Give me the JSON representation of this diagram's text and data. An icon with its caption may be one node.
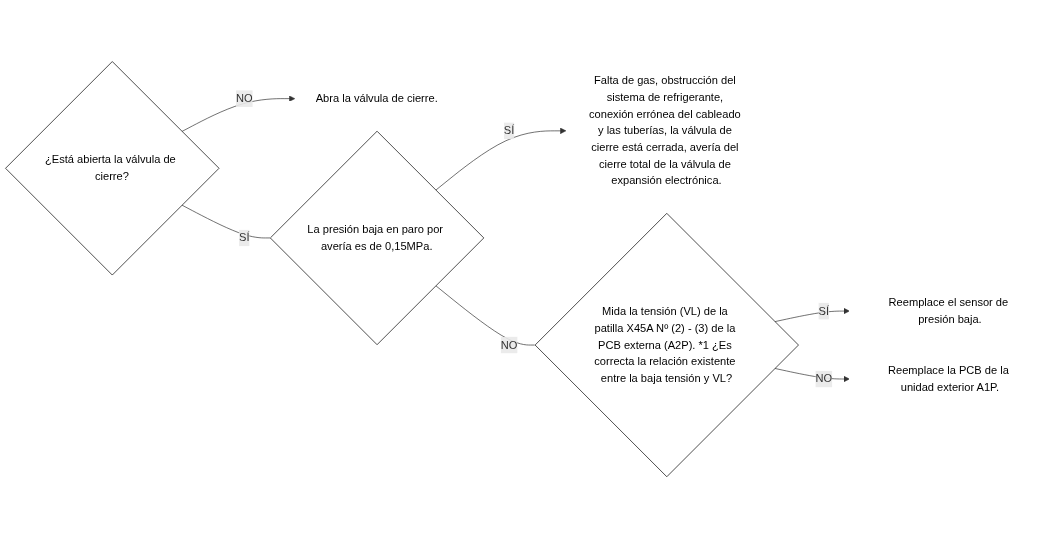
{
  "diagram": {
    "nodes": [
      {
        "text": [
          "¿Está abierta la válvula de cierre?"
        ]
      },
      {
        "text": [
          "Abra la válvula de cierre."
        ]
      },
      {
        "text": [
          "La presión baja en paro por avería es de 0,15MPa."
        ]
      },
      {
        "text": [
          "Falta de gas, obstrucción del sistema de refrigerante, conexión errónea del cableado y las tuberías, la válvula de cierre está cerrada, avería del cierre total de la válvula de expansión electrónica."
        ]
      },
      {
        "text": [
          "Mida la tensión (VL) de la patilla X45A Nº (2) - (3) de la PCB externa (A2P). *1 ¿Es correcta la relación existente entre la baja tensión y VL?"
        ]
      },
      {
        "text": [
          "Reemplace el sensor de presión baja."
        ]
      },
      {
        "text": [
          "Reemplace la PCB de la unidad exterior A1P."
        ]
      }
    ],
    "edges": [
      {
        "from": 0,
        "to": 1,
        "arrow": "to",
        "label": "NO"
      },
      {
        "from": 0,
        "to": 2,
        "arrow": "none",
        "label": "SÍ"
      },
      {
        "from": 2,
        "to": 3,
        "arrow": "to",
        "label": "SÍ"
      },
      {
        "from": 2,
        "to": 4,
        "arrow": "none",
        "label": "NO"
      },
      {
        "from": 4,
        "to": 5,
        "arrow": "to",
        "label": "SÍ"
      },
      {
        "from": 4,
        "to": 6,
        "arrow": "to",
        "label": "NO"
      }
    ]
  }
}
